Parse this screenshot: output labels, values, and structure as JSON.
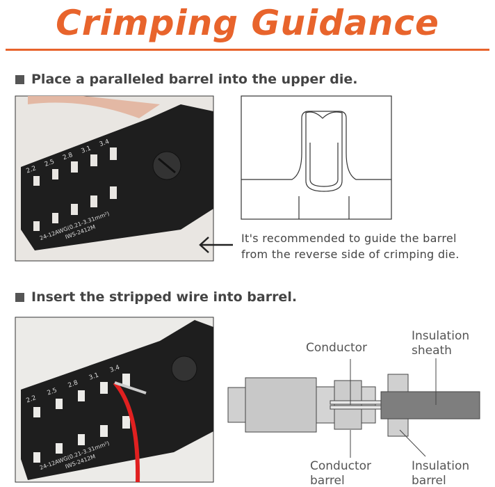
{
  "title": "Crimping Guidance",
  "step1": {
    "heading": "Place a paralleled barrel into the upper die.",
    "caption_line1": "It's recommended to guide the barrel",
    "caption_line2": "from the reverse side of crimping die.",
    "tool_sizes": [
      "2.2",
      "2.5",
      "2.8",
      "3.1",
      "3.4"
    ],
    "tool_model": "IWS-2412M",
    "tool_range": "24-12AWG(0.21-3.31mm²)"
  },
  "step2": {
    "heading": "Insert the stripped wire into barrel.",
    "labels": {
      "conductor": "Conductor",
      "insulation_sheath_1": "Insulation",
      "insulation_sheath_2": "sheath",
      "conductor_barrel_1": "Conductor",
      "conductor_barrel_2": "barrel",
      "insulation_barrel_1": "Insulation",
      "insulation_barrel_2": "barrel"
    },
    "tool_sizes": [
      "2.2",
      "2.5",
      "2.8",
      "3.1",
      "3.4"
    ],
    "tool_model": "IWS-2412M",
    "tool_range": "24-12AWG(0.21-3.31mm²)"
  },
  "colors": {
    "accent": "#e8642c",
    "wire": "#e02020"
  }
}
